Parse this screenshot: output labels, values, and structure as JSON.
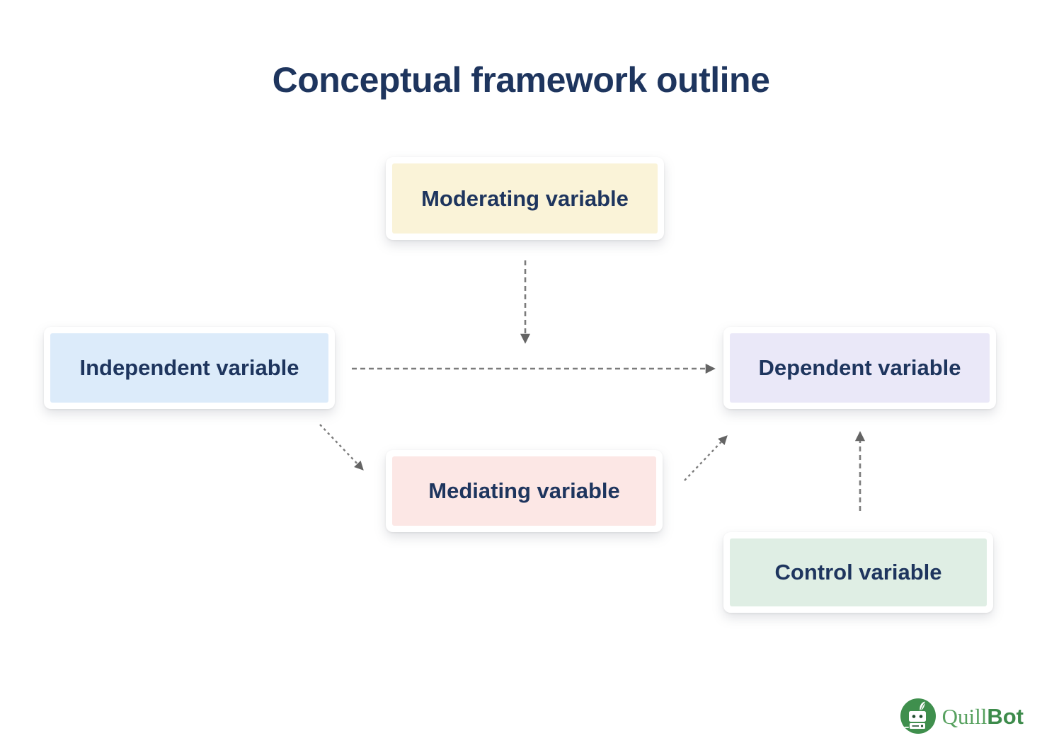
{
  "title": "Conceptual framework outline",
  "nodes": [
    {
      "id": "moderating",
      "label": "Moderating variable",
      "fill": "#FAF3D8"
    },
    {
      "id": "independent",
      "label": "Independent variable",
      "fill": "#DCEBFA"
    },
    {
      "id": "dependent",
      "label": "Dependent variable",
      "fill": "#EAE8F8"
    },
    {
      "id": "mediating",
      "label": "Mediating variable",
      "fill": "#FCE7E5"
    },
    {
      "id": "control",
      "label": "Control variable",
      "fill": "#DFEEE4"
    }
  ],
  "edges": [
    {
      "from": "Moderating variable",
      "to": "Independent variable → Dependent variable arrow",
      "style": "dashed-arrow",
      "direction": "down"
    },
    {
      "from": "Independent variable",
      "to": "Dependent variable",
      "style": "dashed-arrow",
      "direction": "right"
    },
    {
      "from": "Independent variable",
      "to": "Mediating variable",
      "style": "dashed-arrow",
      "direction": "down-right"
    },
    {
      "from": "Mediating variable",
      "to": "Dependent variable",
      "style": "dashed-arrow",
      "direction": "up-right"
    },
    {
      "from": "Control variable",
      "to": "Dependent variable",
      "style": "dashed-arrow",
      "direction": "up"
    }
  ],
  "colors": {
    "text_navy": "#1E355E",
    "arrow_gray": "#7B7B7B",
    "background": "#FFFFFF",
    "logo_green": "#3F8F4D"
  },
  "logo": {
    "word_part1": "Quill",
    "word_part2": "Bot"
  }
}
